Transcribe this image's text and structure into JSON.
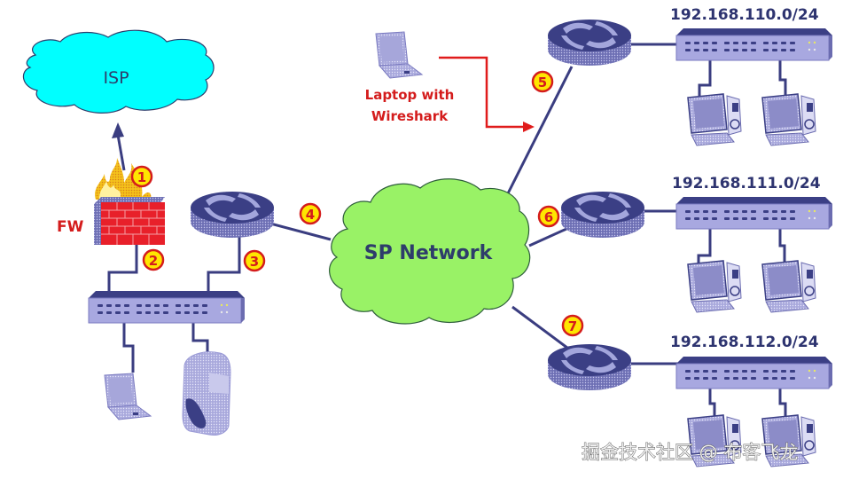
{
  "diagram": {
    "clouds": {
      "isp": {
        "label": "ISP",
        "color": "#00ffff"
      },
      "sp_network": {
        "label": "SP Network",
        "color": "#99f266"
      }
    },
    "firewall": {
      "label": "FW"
    },
    "wireshark_laptop": {
      "label_line1": "Laptop with",
      "label_line2": "Wireshark"
    },
    "subnets": [
      {
        "label": "192.168.110.0/24"
      },
      {
        "label": "192.168.111.0/24"
      },
      {
        "label": "192.168.112.0/24"
      }
    ],
    "badges": [
      {
        "number": "1"
      },
      {
        "number": "2"
      },
      {
        "number": "3"
      },
      {
        "number": "4"
      },
      {
        "number": "5"
      },
      {
        "number": "6"
      },
      {
        "number": "7"
      }
    ],
    "watermark": "掘金技术社区 @ 布客飞龙",
    "colors": {
      "link": "#3a3d80",
      "device": "#9a9ad6",
      "device_dark": "#3b3f85",
      "firewall_red": "#e8202a",
      "capture_arrow": "#e01b1b",
      "badge_fill": "#ffe600",
      "badge_ring": "#d41c1c"
    }
  }
}
